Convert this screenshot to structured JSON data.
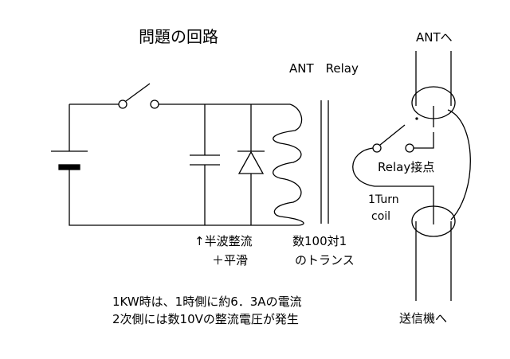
{
  "title": "問題の回路",
  "labels": {
    "ant_relay": "ANT　Relay",
    "ant": "ANTへ",
    "relay_contact": "Relay接点",
    "coil_line1": "1Turn",
    "coil_line2": "coil",
    "rectifier_line1": "↑半波整流",
    "rectifier_line2": "＋平滑",
    "transformer_line1": "数100対1",
    "transformer_line2": "のトランス",
    "transmitter": "送信機へ"
  },
  "notes": [
    "1KW時は、1時側に約6．3Aの電流",
    "2次側には数10Vの整流電圧が発生"
  ]
}
